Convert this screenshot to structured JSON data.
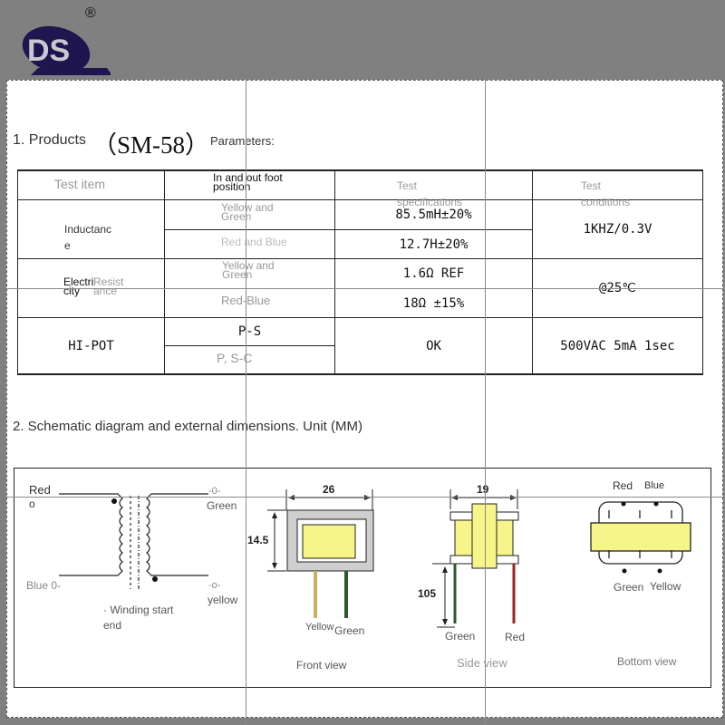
{
  "logo": {
    "text": "DS",
    "registered": "®",
    "color": "#1f1650"
  },
  "section1": {
    "prefix": "1. Products",
    "model": "（SM-58）",
    "suffix": "Parameters:"
  },
  "table": {
    "headers": [
      "Test item",
      "In and out foot position",
      "Test specifications",
      "Test conditions"
    ],
    "inductance": {
      "label": "Inductance",
      "rows": [
        {
          "position": "Yellow and Green",
          "spec": "85.5mH±20%"
        },
        {
          "position": "Red and Blue",
          "spec": "12.7H±20%"
        }
      ],
      "condition": "1KHZ/0.3V"
    },
    "resistance": {
      "label_a": "Electricity",
      "label_b": "Resistance",
      "rows": [
        {
          "position": "Yellow and Green",
          "spec": "1.6Ω REF"
        },
        {
          "position": "Red-Blue",
          "spec": "18Ω ±15%"
        }
      ],
      "condition": "@25℃"
    },
    "hipot": {
      "label": "HI-POT",
      "positions": [
        "P-S",
        "P, S-C"
      ],
      "spec": "OK",
      "condition": "500VAC 5mA 1sec"
    }
  },
  "section2": {
    "title": "2. Schematic diagram and external dimensions. Unit (MM)"
  },
  "schematic": {
    "red": "Red",
    "red_o": "o",
    "blue": "Blue 0-",
    "green": "Green",
    "green_o": "-0-",
    "yellow": "yellow",
    "yellow_o": "-o-",
    "winding": "· Winding start",
    "winding2": "end"
  },
  "front_view": {
    "width": "26",
    "height": "14.5",
    "lead1": "Yellow",
    "lead2": "Green",
    "caption": "Front view"
  },
  "side_view": {
    "width": "19",
    "lead_length": "105",
    "lead1": "Green",
    "lead2": "Red",
    "caption": "Side view"
  },
  "bottom_view": {
    "top1": "Red",
    "top2": "Blue",
    "bottom1": "Green",
    "bottom2": "Yellow",
    "caption": "Bottom view"
  },
  "colors": {
    "core": "#f7f58a",
    "green_lead": "#2a5a2a",
    "red_lead": "#a02020",
    "yellow_lead": "#c8b060"
  }
}
